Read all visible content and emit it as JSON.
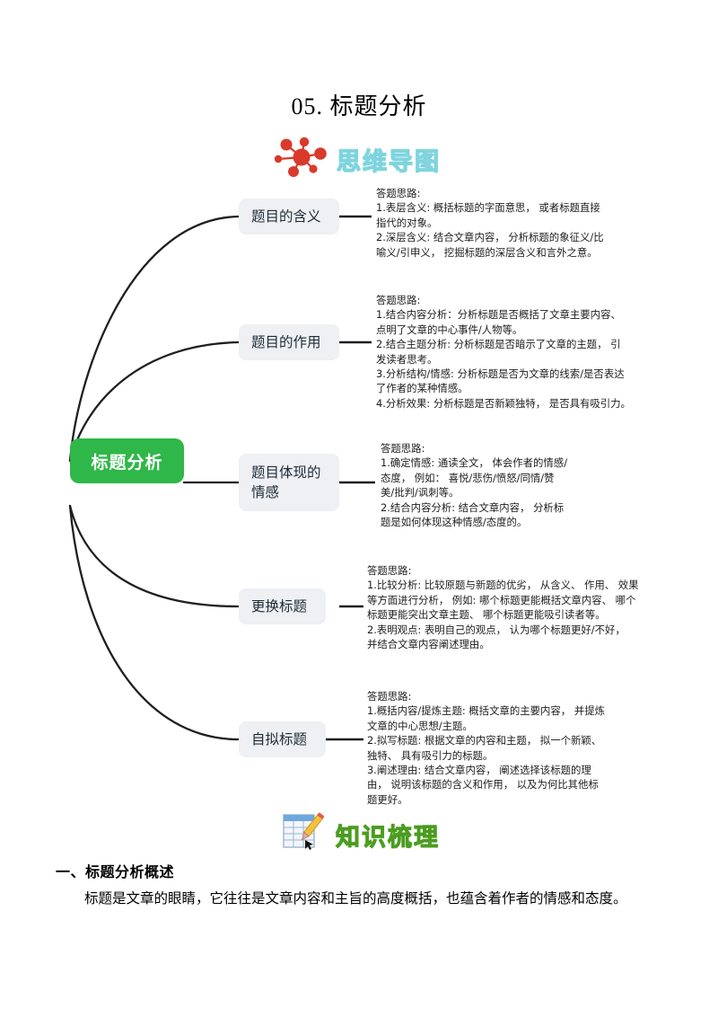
{
  "page": {
    "title": "05. 标题分析"
  },
  "sections": {
    "mindmap": {
      "icon": "red-dot-cluster-icon",
      "label": "思维导图"
    },
    "knowledge": {
      "icon": "spreadsheet-pencil-icon",
      "label": "知识梳理"
    }
  },
  "colors": {
    "root_green": "#2fb749",
    "node_gray": "#eef0f3",
    "mindmap_cyan": "#c9f2f2",
    "knowledge_green": "#76c442",
    "dot_red": "#d93a2b",
    "connector": "#1f1f1f"
  },
  "mindmap": {
    "root": "标题分析",
    "branches": [
      {
        "label": "题目的含义",
        "detail": "答题思路:\n1.表层含义: 概括标题的字面意思， 或者标题直接\n指代的对象。\n2.深层含义: 结合文章内容， 分析标题的象征义/比\n喻义/引申义， 挖掘标题的深层含义和言外之意。"
      },
      {
        "label": "题目的作用",
        "detail": "答题思路:\n1.结合内容分析：分析标题是否概括了文章主要内容、\n点明了文章的中心事件/人物等。\n2.结合主题分析: 分析标题是否暗示了文章的主题， 引\n发读者思考。\n3.分析结构/情感: 分析标题是否为文章的线索/是否表达\n了作者的某种情感。\n4.分析效果: 分析标题是否新颖独特， 是否具有吸引力。"
      },
      {
        "label": "题目体现的情感",
        "detail": "答题思路:\n1.确定情感: 通读全文， 体会作者的情感/\n态度， 例如： 喜悦/悲伤/愤怒/同情/赞\n美/批判/讽刺等。\n2.结合内容分析: 结合文章内容， 分析标\n题是如何体现这种情感/态度的。"
      },
      {
        "label": "更换标题",
        "detail": "答题思路:\n1.比较分析: 比较原题与新题的优劣， 从含义、 作用、 效果\n等方面进行分析， 例如: 哪个标题更能概括文章内容、 哪个\n标题更能突出文章主题、 哪个标题更能吸引读者等。\n2.表明观点: 表明自己的观点， 认为哪个标题更好/不好，\n并结合文章内容阐述理由。"
      },
      {
        "label": "自拟标题",
        "detail": "答题思路:\n1.概括内容/提炼主题: 概括文章的主要内容， 并提炼\n文章的中心思想/主题。\n2.拟写标题: 根据文章的内容和主题， 拟一个新颖、\n独特、 具有吸引力的标题。\n3.阐述理由: 结合文章内容， 阐述选择该标题的理\n由， 说明该标题的含义和作用， 以及为何比其他标\n题更好。"
      }
    ]
  },
  "document": {
    "heading": "一、标题分析概述",
    "paragraph": "标题是文章的眼睛，它往往是文章内容和主旨的高度概括，也蕴含着作者的情感和态度。"
  }
}
